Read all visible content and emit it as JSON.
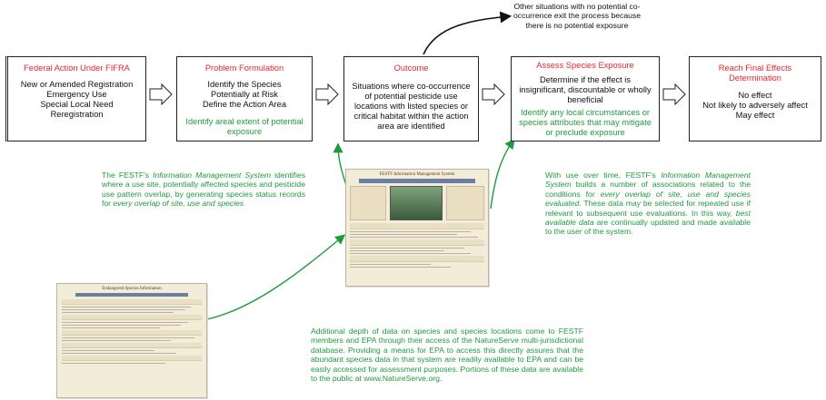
{
  "boxes": {
    "federal_action": {
      "title": "Federal Action Under FIFRA",
      "lines": [
        "New or Amended Registration",
        "Emergency Use",
        "Special Local Need",
        "Reregistration"
      ]
    },
    "problem_formulation": {
      "title": "Problem Formulation",
      "lines": [
        "Identify the Species",
        "Potentially at Risk",
        "Define the Action Area"
      ],
      "green": "Identify areal extent of potential exposure"
    },
    "outcome": {
      "title": "Outcome",
      "text": "Situations where co-occurrence of potential pesticide use locations with listed species or critical habitat within the action area are identified"
    },
    "assess_exposure": {
      "title": "Assess Species Exposure",
      "text": "Determine if the effect is insignificant, discountable or wholly beneficial",
      "green": "Identify any local circumstances or species attributes that may mitigate or preclude exposure"
    },
    "final_effects": {
      "title": "Reach Final Effects Determination",
      "lines": [
        "No effect",
        "Not likely to adversely affect",
        "May effect"
      ]
    }
  },
  "exit_note": "Other situations with no potential co-occurrence exit the process because there is no potential exposure",
  "notes": {
    "left_pre": "The FESTF's ",
    "left_em1": "Information Management System",
    "left_mid": " identifies where a use site, potentially affected species and pesticide use pattern overlap, by generating species status records for ",
    "left_em2": "every overlap of site, use and species",
    "right_pre": "With use over time, FESTF's ",
    "right_em1": "Information Management System",
    "right_mid1": " builds a number of associations related to the conditions for ",
    "right_em2": "every overlap of site, use and species evaluated",
    "right_mid2": ". These data may be selected for repeated use if relevant to subsequent use evaluations. In this way, ",
    "right_em3": "best available data",
    "right_end": " are continually updated and made available to the user of the system.",
    "bottom": "Additional depth of data on species and species locations come to FESTF members and EPA through their access of the NatureServe multi-jurisdictional database. Providing a means for EPA to access this directly assures that the abundant species data in that system are readily available to EPA and can be easily accessed for assessment purposes. Portions of these data are available to the public at www.NatureServe.org."
  },
  "screenshots": {
    "center_title": "FESTF Information Management System",
    "bottom_title": "Endangered Species Information"
  },
  "colors": {
    "title_red": "#e8262b",
    "note_green": "#1e9b3c"
  }
}
